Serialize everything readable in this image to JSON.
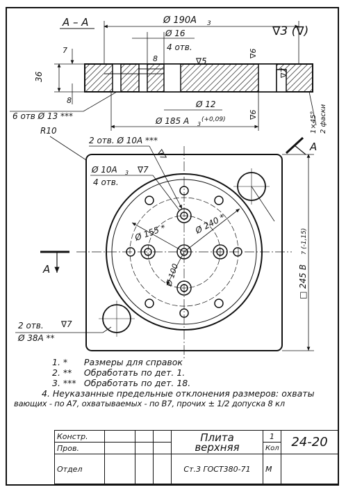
{
  "section": {
    "label": "А – А",
    "roughness_general": "∇3 (∇)"
  },
  "dims": {
    "d190": "Ø 190А",
    "d190_sub": "3",
    "d16": "Ø 16",
    "holes4": "4 отв.",
    "d7": "7",
    "d8": "8",
    "d36": "36",
    "d8b": "8",
    "r5": "∇5",
    "r6a": "∇6",
    "r6b": "∇6",
    "r7": "∇7",
    "holes6": "6 отв Ø 13 ***",
    "d12": "Ø 12",
    "d185": "Ø 185 А",
    "d185_sub": "3",
    "d185_tol": "(+0,09)",
    "chamfer": "1×45°",
    "chamfer2": "2 фаски",
    "r10": "R10",
    "holes2": "2 отв. Ø 10А ***",
    "r7b": "∇7",
    "arrowA": "А",
    "d10": "Ø 10А",
    "d10_sub": "3",
    "r7c": "∇7",
    "holes4b": "4 отв.",
    "d155": "Ø 155 *",
    "d240": "Ø 240 *",
    "d100": "Ø 100",
    "side": "□ 245 В",
    "side_sub": "7",
    "side_tol": "(-1,15)",
    "arrowA2": "А",
    "holes2b": "2 отв.",
    "r7d": "∇7",
    "d38": "Ø 38А **"
  },
  "notes": [
    {
      "num": "1.",
      "mark": "*",
      "text": "Размеры для справок"
    },
    {
      "num": "2.",
      "mark": "**",
      "text": "Обработать по дет. 1."
    },
    {
      "num": "3.",
      "mark": "***",
      "text": "Обработать по дет. 18."
    }
  ],
  "note4": "4. Неуказанные предельные отклонения размеров: охваты",
  "note4b": "вающих - по А7, охватываемых - по В7, прочих ± 1/2 допуска 8 кл",
  "title_block": {
    "konstr": "Констр.",
    "prov": "Пров.",
    "otdel": "Отдел",
    "name1": "Плита",
    "name2": "верхняя",
    "qty": "1",
    "qty_label": "Кол",
    "code": "24-20",
    "material": "Ст.3 ГОСТ380-71",
    "scale": "М"
  }
}
